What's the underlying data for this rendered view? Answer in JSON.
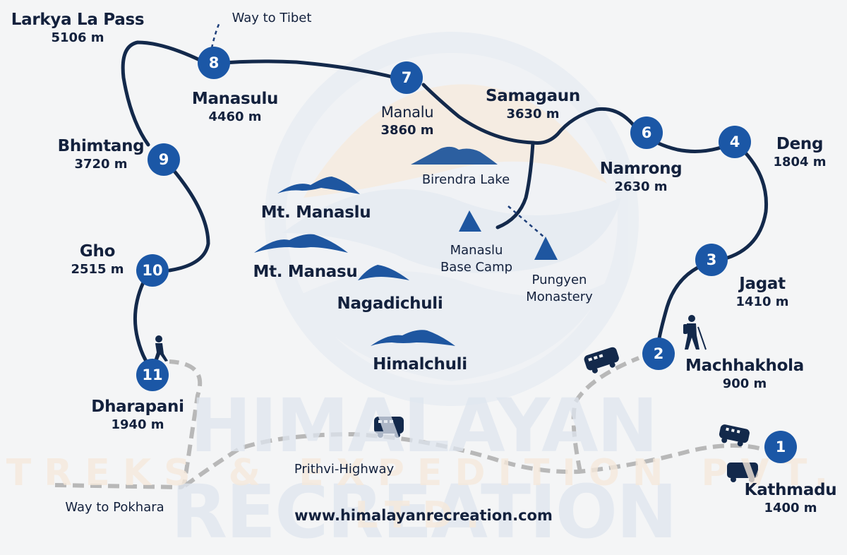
{
  "watermark": {
    "line1": "HIMALAYAN RECREATION",
    "line2": "TREKS & EXPEDITION PVT. LTD."
  },
  "footer": {
    "url": "www.himalayanrecreation.com"
  },
  "colors": {
    "background": "#f4f5f6",
    "route_line": "#13294b",
    "stop_fill": "#1b57a6",
    "road_dash": "#b5b5b5",
    "mountain": "#1e56a0",
    "text": "#13213d"
  },
  "stops": [
    {
      "num": "1",
      "name": "Kathmadu",
      "altitude": "1400 m"
    },
    {
      "num": "2",
      "name": "Machhakhola",
      "altitude": "900 m"
    },
    {
      "num": "3",
      "name": "Jagat",
      "altitude": "1410 m"
    },
    {
      "num": "4",
      "name": "Deng",
      "altitude": "1804 m"
    },
    {
      "num": "6",
      "name": "Namrong",
      "altitude": "2630 m"
    },
    {
      "num": "7",
      "name": "Manalu",
      "altitude": "3860 m"
    },
    {
      "num": "8",
      "name": "Manasulu",
      "altitude": "4460 m"
    },
    {
      "num": "9",
      "name": "Bhimtang",
      "altitude": "3720 m"
    },
    {
      "num": "10",
      "name": "Gho",
      "altitude": "2515 m"
    },
    {
      "num": "11",
      "name": "Dharapani",
      "altitude": "1940 m"
    }
  ],
  "waypoints": [
    {
      "name": "Larkya La Pass",
      "altitude": "5106 m"
    },
    {
      "name": "Samagaun",
      "altitude": "3630 m"
    }
  ],
  "landmarks": {
    "birendra_lake": "Birendra Lake",
    "base_camp_line1": "Manaslu",
    "base_camp_line2": "Base Camp",
    "monastery_line1": "Pungyen",
    "monastery_line2": "Monastery"
  },
  "peaks": [
    "Mt. Manaslu",
    "Mt. Manasu",
    "Nagadichuli",
    "Himalchuli"
  ],
  "roads": {
    "tibet": "Way to Tibet",
    "highway": "Prithvi-Highway",
    "pokhara": "Way to Pokhara"
  },
  "icons": [
    "bus-icon",
    "hiker-icon",
    "walker-icon",
    "mountain-icon",
    "triangle-peak-icon"
  ]
}
